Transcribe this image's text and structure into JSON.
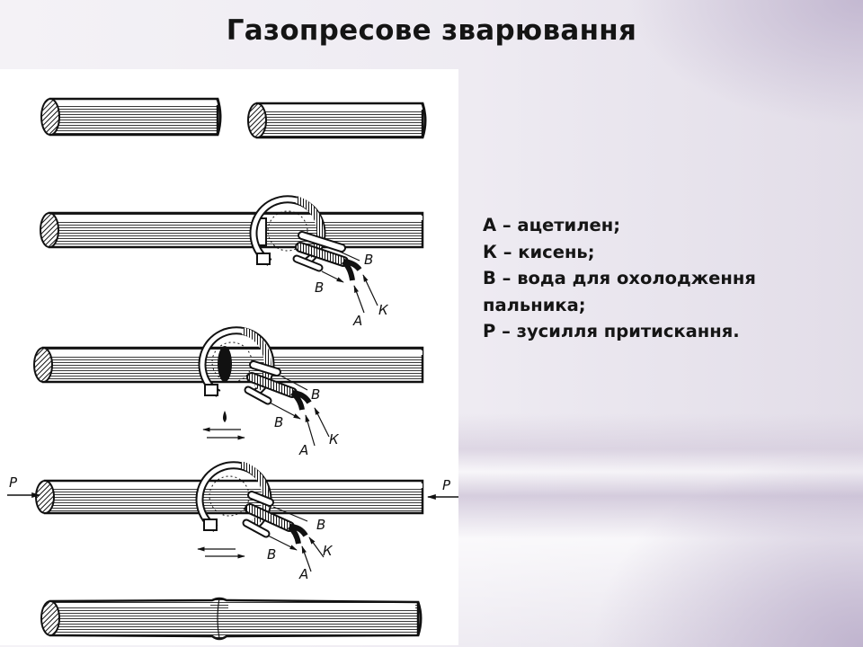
{
  "slide": {
    "title": "Газопресове зварювання",
    "background_accent": "#c9bfd6"
  },
  "figure": {
    "description": "Stages of gas-pressure welding of two rods with a ring torch",
    "stages": [
      {
        "id": 1,
        "name": "separate-rods"
      },
      {
        "id": 2,
        "name": "torch-placed",
        "labels": [
          "В",
          "В",
          "А",
          "К"
        ]
      },
      {
        "id": 3,
        "name": "heating-oscillation",
        "labels": [
          "В",
          "В",
          "А",
          "К"
        ]
      },
      {
        "id": 4,
        "name": "pressing",
        "labels": [
          "Р",
          "Р",
          "В",
          "В",
          "А",
          "К"
        ]
      },
      {
        "id": 5,
        "name": "welded-rod"
      }
    ],
    "labels": {
      "A": "А",
      "K": "К",
      "B": "В",
      "P": "Р"
    }
  },
  "legend": {
    "items": [
      "А – ацетилен;",
      "К – кисень;",
      "В – вода для охолодження",
      "пальника;",
      "Р – зусилля притискання."
    ]
  }
}
